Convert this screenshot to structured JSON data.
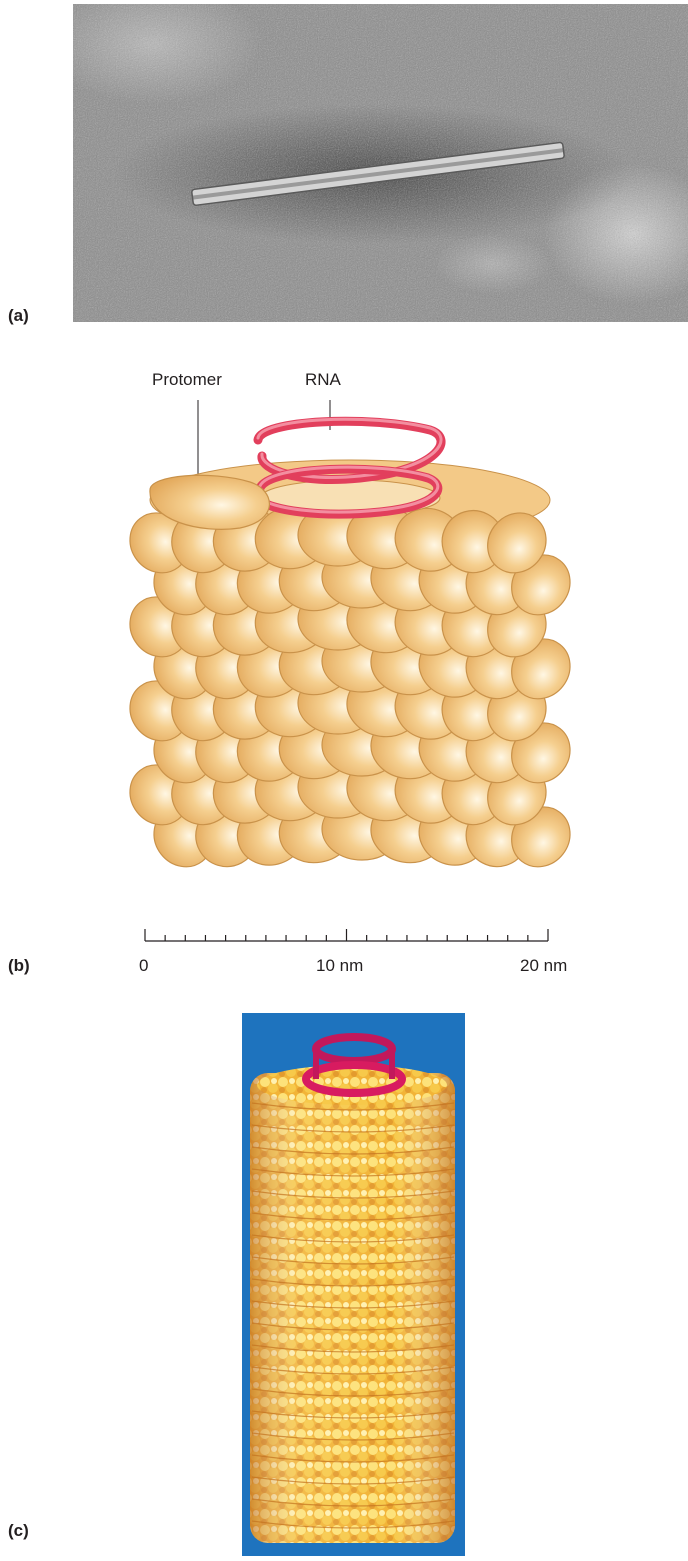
{
  "panels": {
    "a": {
      "label": "(a)"
    },
    "b": {
      "label": "(b)",
      "callouts": {
        "protomer": "Protomer",
        "rna": "RNA"
      },
      "scale_bar": {
        "tick_labels": [
          "0",
          "10 nm",
          "20 nm"
        ],
        "unit": "nm",
        "range": [
          0,
          20
        ]
      }
    },
    "c": {
      "label": "(c)"
    }
  },
  "colors": {
    "protein_fill": "#f0c27a",
    "protein_highlight": "#fbe6bd",
    "protein_edge": "#c9924a",
    "rna": "#e23f5c",
    "model_background": "#1e73be",
    "micrograph_gray": "#8a8a8a"
  }
}
